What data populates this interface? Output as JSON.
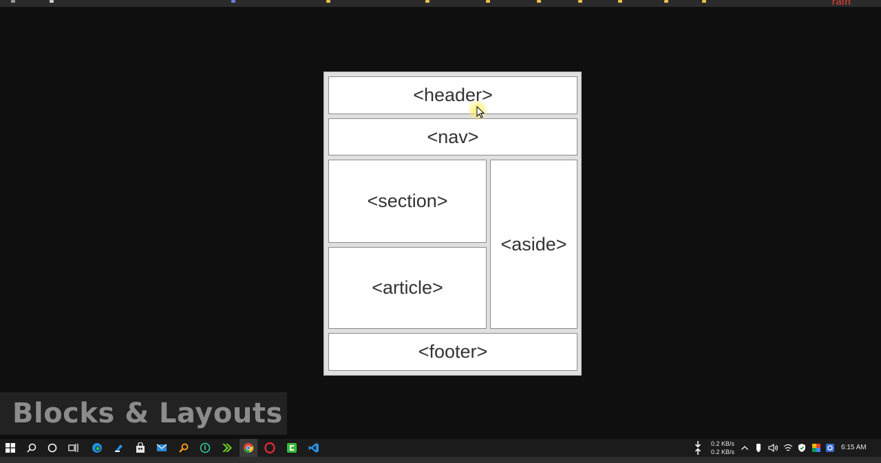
{
  "diagram": {
    "header": "<header>",
    "nav": "<nav>",
    "section": "<section>",
    "article": "<article>",
    "aside": "<aside>",
    "footer": "<footer>"
  },
  "caption": "Blocks & Layouts",
  "taskbar": {
    "apps": [
      "windows-start-icon",
      "search-icon",
      "cortana-icon",
      "task-view-icon",
      "edge-icon",
      "app-icon",
      "store-icon",
      "mail-icon",
      "search-tool-icon",
      "app-icon",
      "app-icon",
      "chrome-icon",
      "opera-icon",
      "app-icon",
      "vscode-icon"
    ],
    "net_down": "0.2 KB/s",
    "net_up": "0.2 KB/s",
    "time": "6:15 AM"
  },
  "colors": {
    "background": "#0f0f0f",
    "block_fill": "#ffffff",
    "block_border": "#8a8a8a",
    "caption_text": "#8c8c8c"
  }
}
